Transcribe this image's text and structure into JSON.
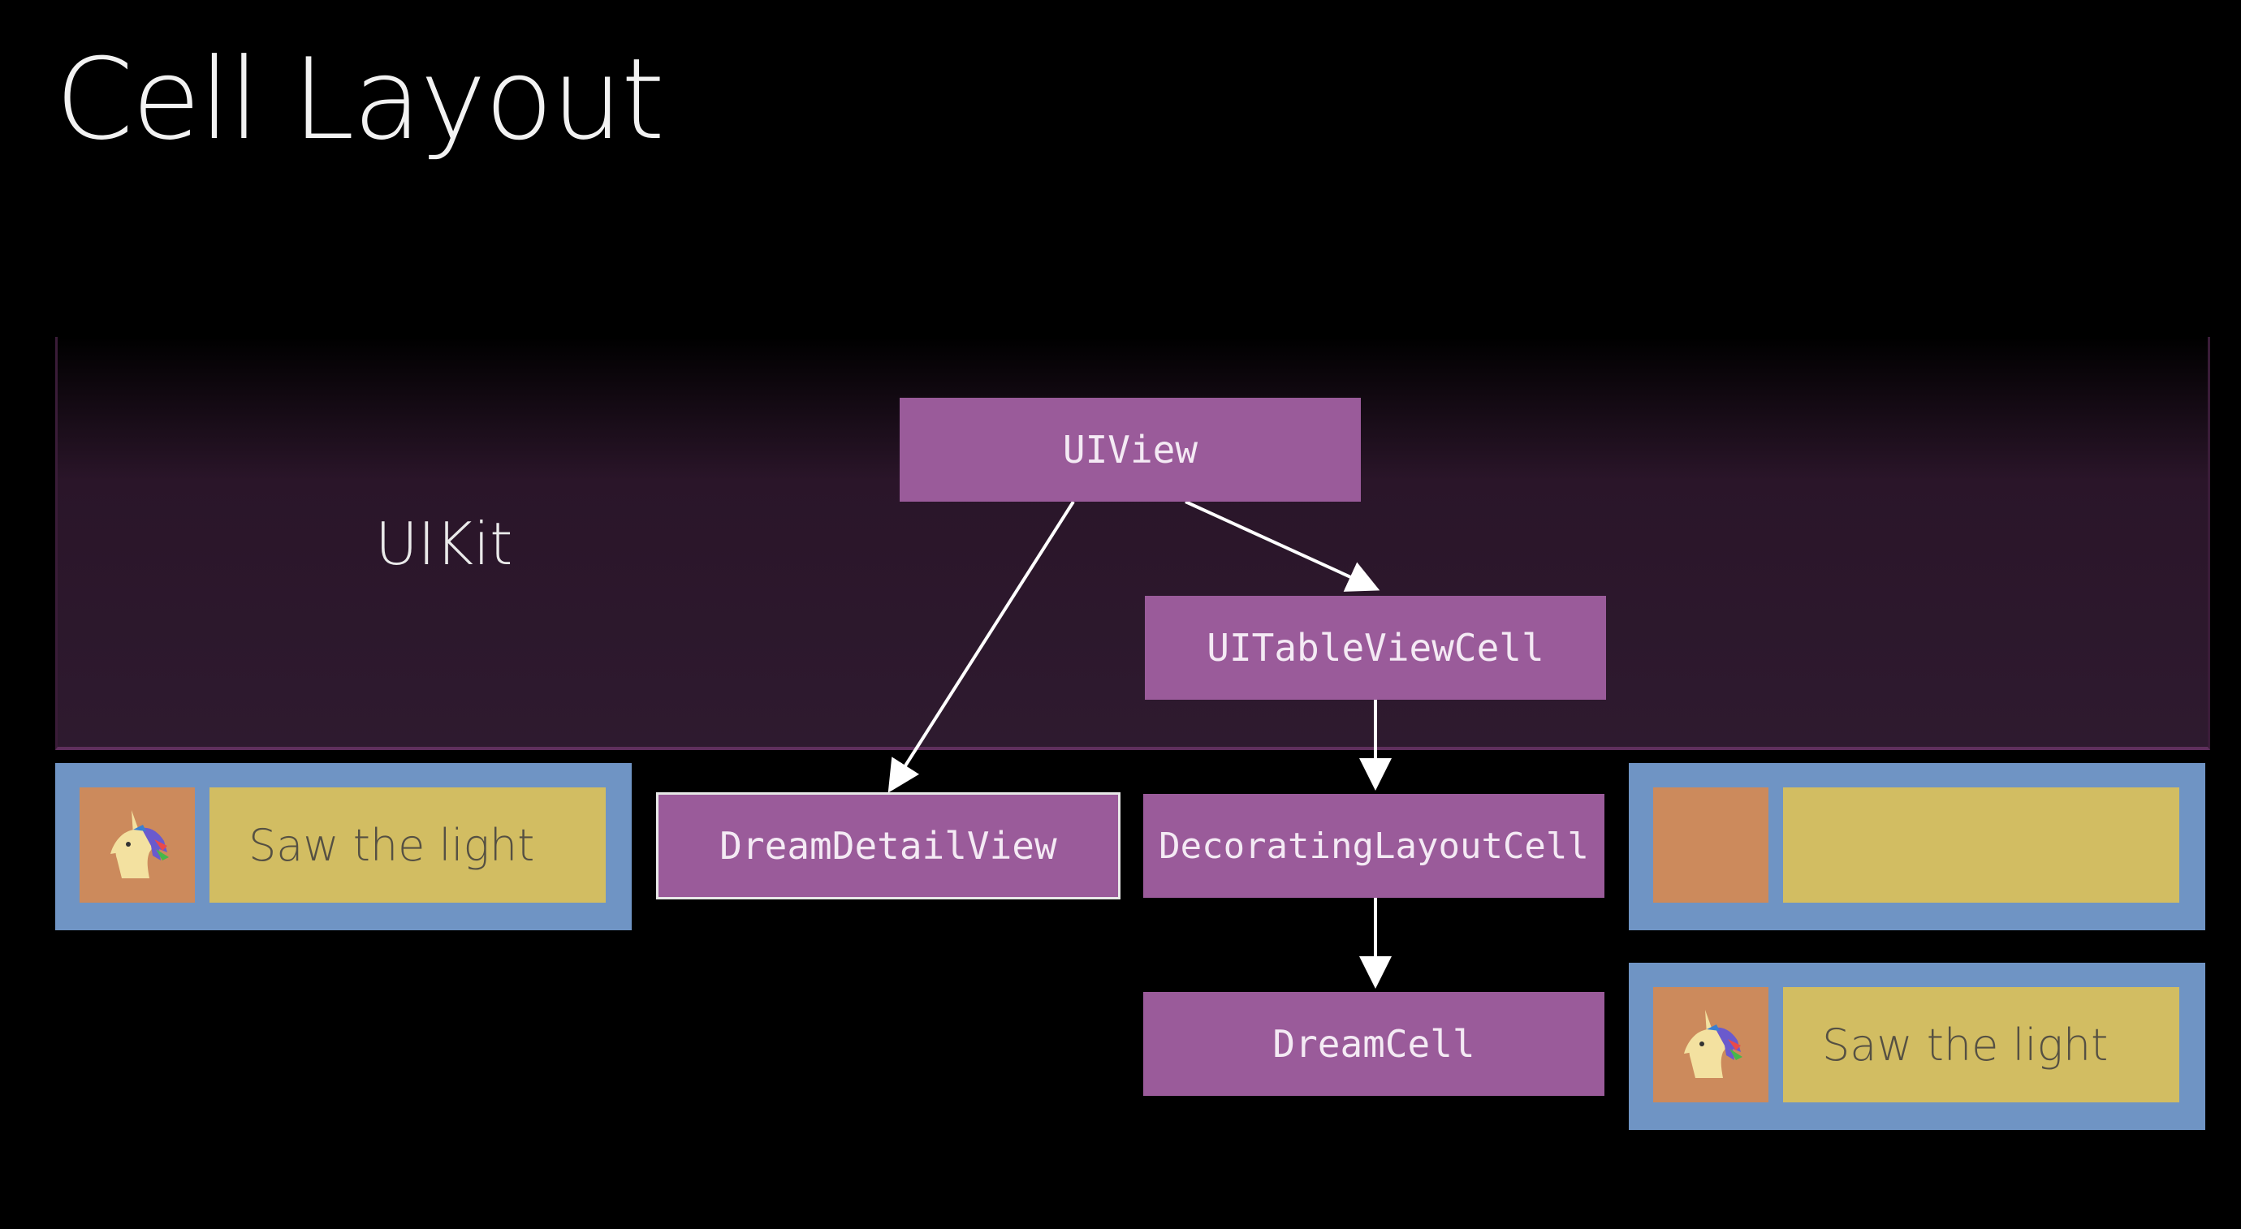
{
  "slide": {
    "title": "Cell Layout"
  },
  "uikit": {
    "label": "UIKit"
  },
  "nodes": {
    "uiview": "UIView",
    "uitableviewcell": "UITableViewCell",
    "dreamdetailview": "DreamDetailView",
    "decoratinglayoutcell": "DecoratingLayoutCell",
    "dreamcell": "DreamCell"
  },
  "cells": {
    "left": {
      "text": "Saw the light",
      "icon": "unicorn-icon"
    },
    "right_top": {
      "text": ""
    },
    "right_bottom": {
      "text": "Saw the light",
      "icon": "unicorn-icon"
    }
  },
  "colors": {
    "node": "#9a5b9a",
    "cell_border": "#6f94c4",
    "thumb": "#cc8a5c",
    "text_box": "#d2bd62",
    "band": "#2e1a2f"
  }
}
